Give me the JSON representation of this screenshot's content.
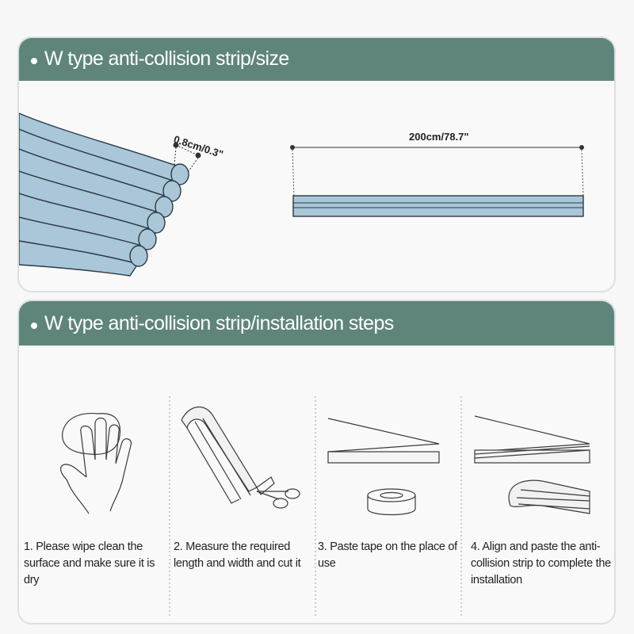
{
  "size_section": {
    "title": "W type anti-collision strip/size",
    "thickness_label": "0.8cm/0.3\"",
    "length_label": "200cm/78.7\""
  },
  "steps_section": {
    "title": "W type anti-collision strip/installation steps",
    "steps": [
      {
        "text": "1. Please wipe clean the surface and make sure it is dry",
        "icon": "hand-wipe-icon"
      },
      {
        "text": "2. Measure the required length and width and cut it",
        "icon": "scissors-cut-icon"
      },
      {
        "text": "3. Paste tape on the place of use",
        "icon": "tape-roll-icon"
      },
      {
        "text": "4. Align and paste the anti-collision strip to complete the installation",
        "icon": "strip-coil-icon"
      }
    ]
  },
  "colors": {
    "banner": "#5f857a",
    "strip": "#a9c7d8",
    "border": "#dcdfe2"
  }
}
